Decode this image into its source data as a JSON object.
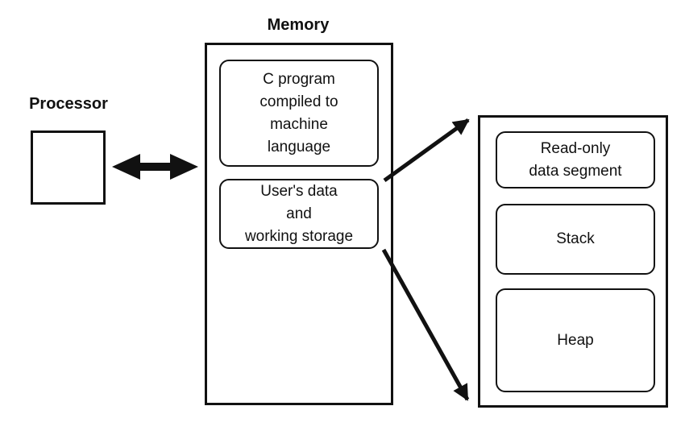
{
  "colors": {
    "ink": "#111111",
    "background": "#ffffff"
  },
  "processor": {
    "label": "Processor"
  },
  "memory": {
    "title": "Memory",
    "blocks": [
      {
        "label": "C program\ncompiled to\nmachine\nlanguage"
      },
      {
        "label": "User's data\nand\nworking storage"
      }
    ]
  },
  "segments": {
    "blocks": [
      {
        "label": "Read-only\ndata segment"
      },
      {
        "label": "Stack"
      },
      {
        "label": "Heap"
      }
    ]
  },
  "icons": {
    "bidirectional_arrow": "processor-memory-double-arrow",
    "arrow_top": "user-data-to-segments-top-arrow",
    "arrow_bottom": "user-data-to-segments-bottom-arrow"
  }
}
